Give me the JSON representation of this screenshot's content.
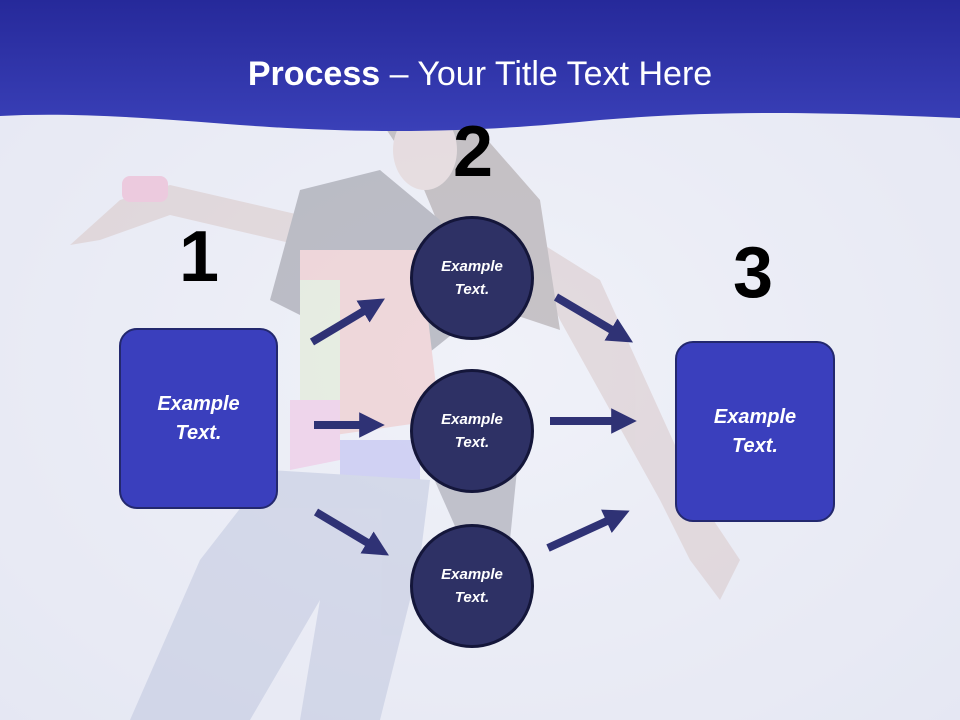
{
  "slide": {
    "title_bold": "Process",
    "title_rest": " – Your Title Text Here"
  },
  "steps": {
    "step1_number": "1",
    "step2_number": "2",
    "step3_number": "3"
  },
  "nodes": {
    "left_box": "Example\nText.",
    "right_box": "Example\nText.",
    "circle_top": "Example\nText.",
    "circle_middle": "Example\nText.",
    "circle_bottom": "Example\nText."
  },
  "colors": {
    "header_band": "#2e35a8",
    "box_fill": "#3a3fbd",
    "circle_fill": "#2e3165",
    "arrow": "#2f3275"
  }
}
